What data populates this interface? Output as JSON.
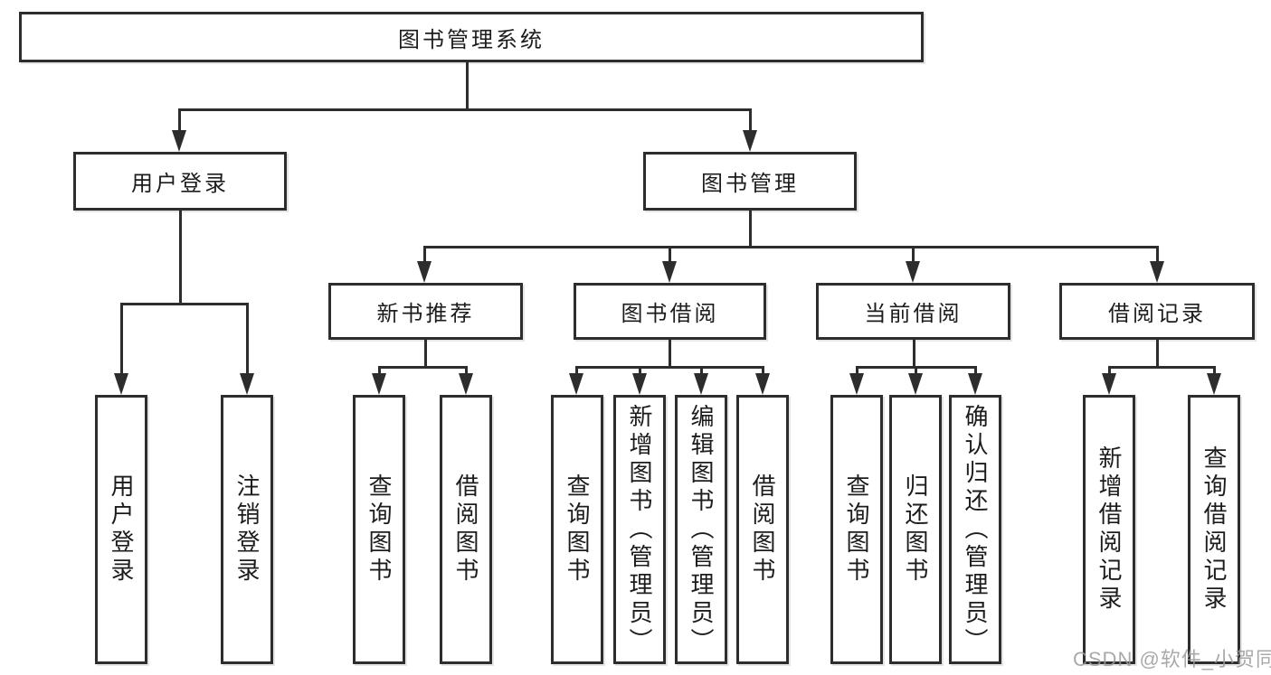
{
  "tree": {
    "label": "图书管理系统",
    "children": [
      {
        "label": "用户登录",
        "children": [
          {
            "label": "用户登录"
          },
          {
            "label": "注销登录"
          }
        ]
      },
      {
        "label": "图书管理",
        "children": [
          {
            "label": "新书推荐",
            "children": [
              {
                "label": "查询图书"
              },
              {
                "label": "借阅图书"
              }
            ]
          },
          {
            "label": "图书借阅",
            "children": [
              {
                "label": "查询图书"
              },
              {
                "label": "新增图书（管理员）"
              },
              {
                "label": "编辑图书（管理员）"
              },
              {
                "label": "借阅图书"
              }
            ]
          },
          {
            "label": "当前借阅",
            "children": [
              {
                "label": "查询图书"
              },
              {
                "label": "归还图书"
              },
              {
                "label": "确认归还（管理员）"
              }
            ]
          },
          {
            "label": "借阅记录",
            "children": [
              {
                "label": "新增借阅记录"
              },
              {
                "label": "查询借阅记录"
              }
            ]
          }
        ]
      }
    ]
  },
  "watermark": "CSDN @软件_小贺同学",
  "colors": {
    "line": "#2d2d2d",
    "text": "#1c1c1c",
    "watermark": "#9b9b9b"
  }
}
